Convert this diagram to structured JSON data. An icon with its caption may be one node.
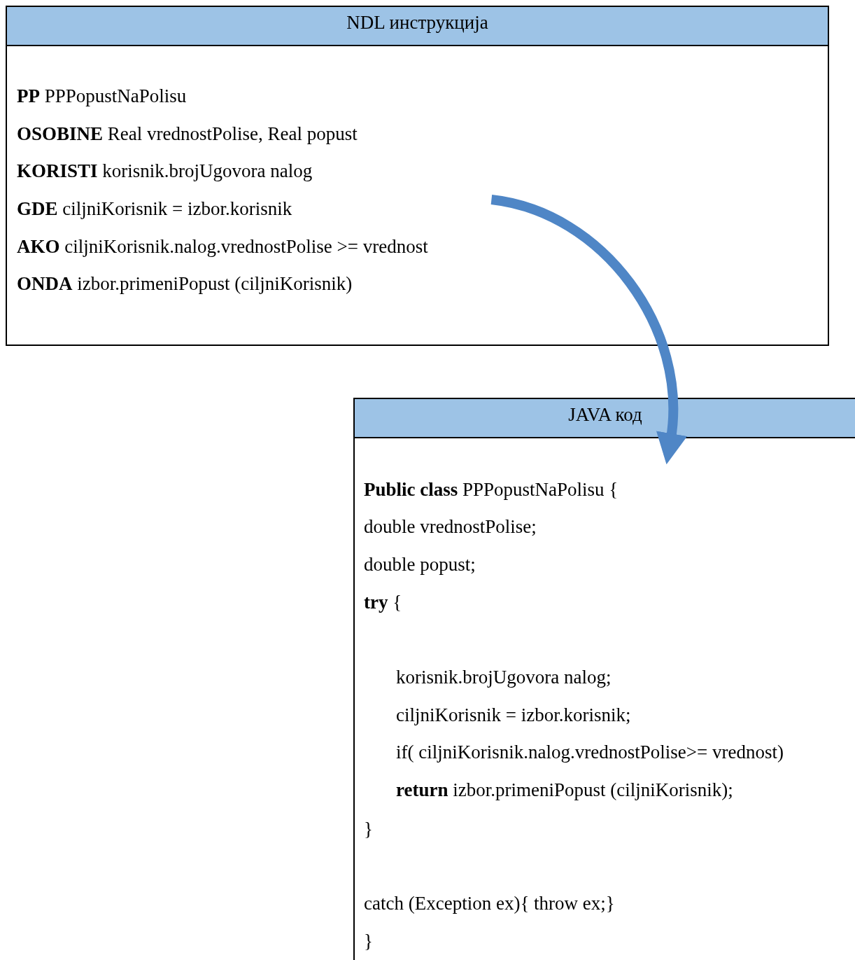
{
  "diagram": {
    "nodes": [
      {
        "text": [
          "NDL инструкција",
          "**PP** PPPopustNaPolisu",
          "**OSOBINE** Real vrednostPolise, Real popust",
          "**KORISTI** korisnik.brojUgovora nalog",
          "**GDE** ciljniKorisnik = izbor.korisnik",
          "**AKO** ciljniKorisnik.nalog.vrednostPolise >= vrednost",
          "**ONDA** izbor.primeniPopust (ciljniKorisnik)"
        ]
      },
      {
        "text": [
          "JAVA код",
          "**Public class** PPPopustNaPolisu {",
          "double vrednostPolise;",
          "double popust;",
          "**try** {",
          "korisnik.brojUgovora nalog;",
          "ciljniKorisnik = izbor.korisnik;",
          "if( ciljniKorisnik.nalog.vrednostPolise>= vrednost)",
          "**return** izbor.primeniPopust (ciljniKorisnik);",
          "}",
          "catch (Exception ex){ throw ex;}",
          "}"
        ]
      }
    ],
    "edges": [
      {
        "from": 0,
        "to": 1,
        "arrow": "to"
      }
    ]
  }
}
